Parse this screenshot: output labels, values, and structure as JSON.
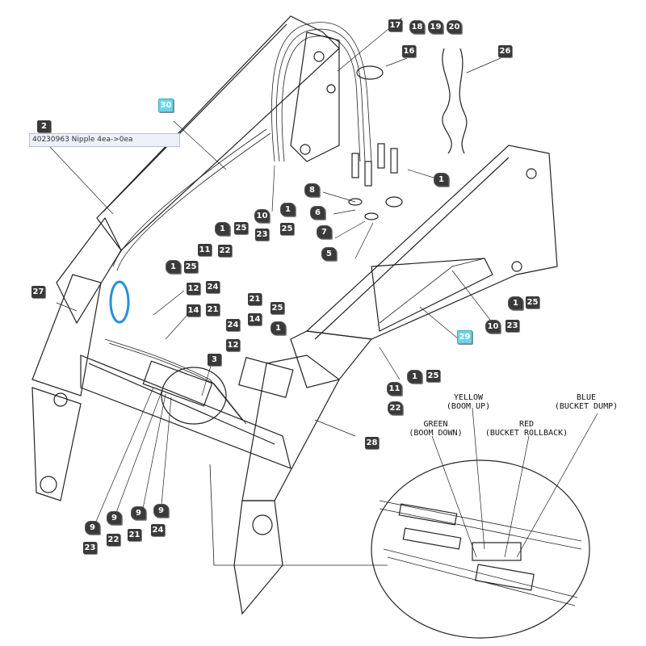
{
  "note": {
    "text": "40230963 Nipple 4ea->0ea"
  },
  "hose_labels": {
    "yellow": "YELLOW",
    "yellow_sub": "(BOOM UP)",
    "blue": "BLUE",
    "blue_sub": "(BUCKET DUMP)",
    "green": "GREEN",
    "green_sub": "(BOOM DOWN)",
    "red": "RED",
    "red_sub": "(BUCKET ROLLBACK)"
  },
  "colors": {
    "tag_dark": "#3a3a3a",
    "tag_cyan": "#6fd3e6",
    "highlight_ring": "#2a8fd6"
  },
  "callouts": [
    "17",
    "18",
    "19",
    "20",
    "16",
    "26",
    "30",
    "2",
    "8",
    "6",
    "7",
    "5",
    "1",
    "10",
    "1",
    "25",
    "23",
    "25",
    "1",
    "25",
    "11",
    "22",
    "1",
    "25",
    "27",
    "12",
    "24",
    "14",
    "21",
    "24",
    "21",
    "25",
    "14",
    "1",
    "12",
    "3",
    "10",
    "23",
    "1",
    "25",
    "29",
    "11",
    "1",
    "25",
    "22",
    "28",
    "9",
    "9",
    "9",
    "9",
    "23",
    "22",
    "21",
    "24"
  ]
}
